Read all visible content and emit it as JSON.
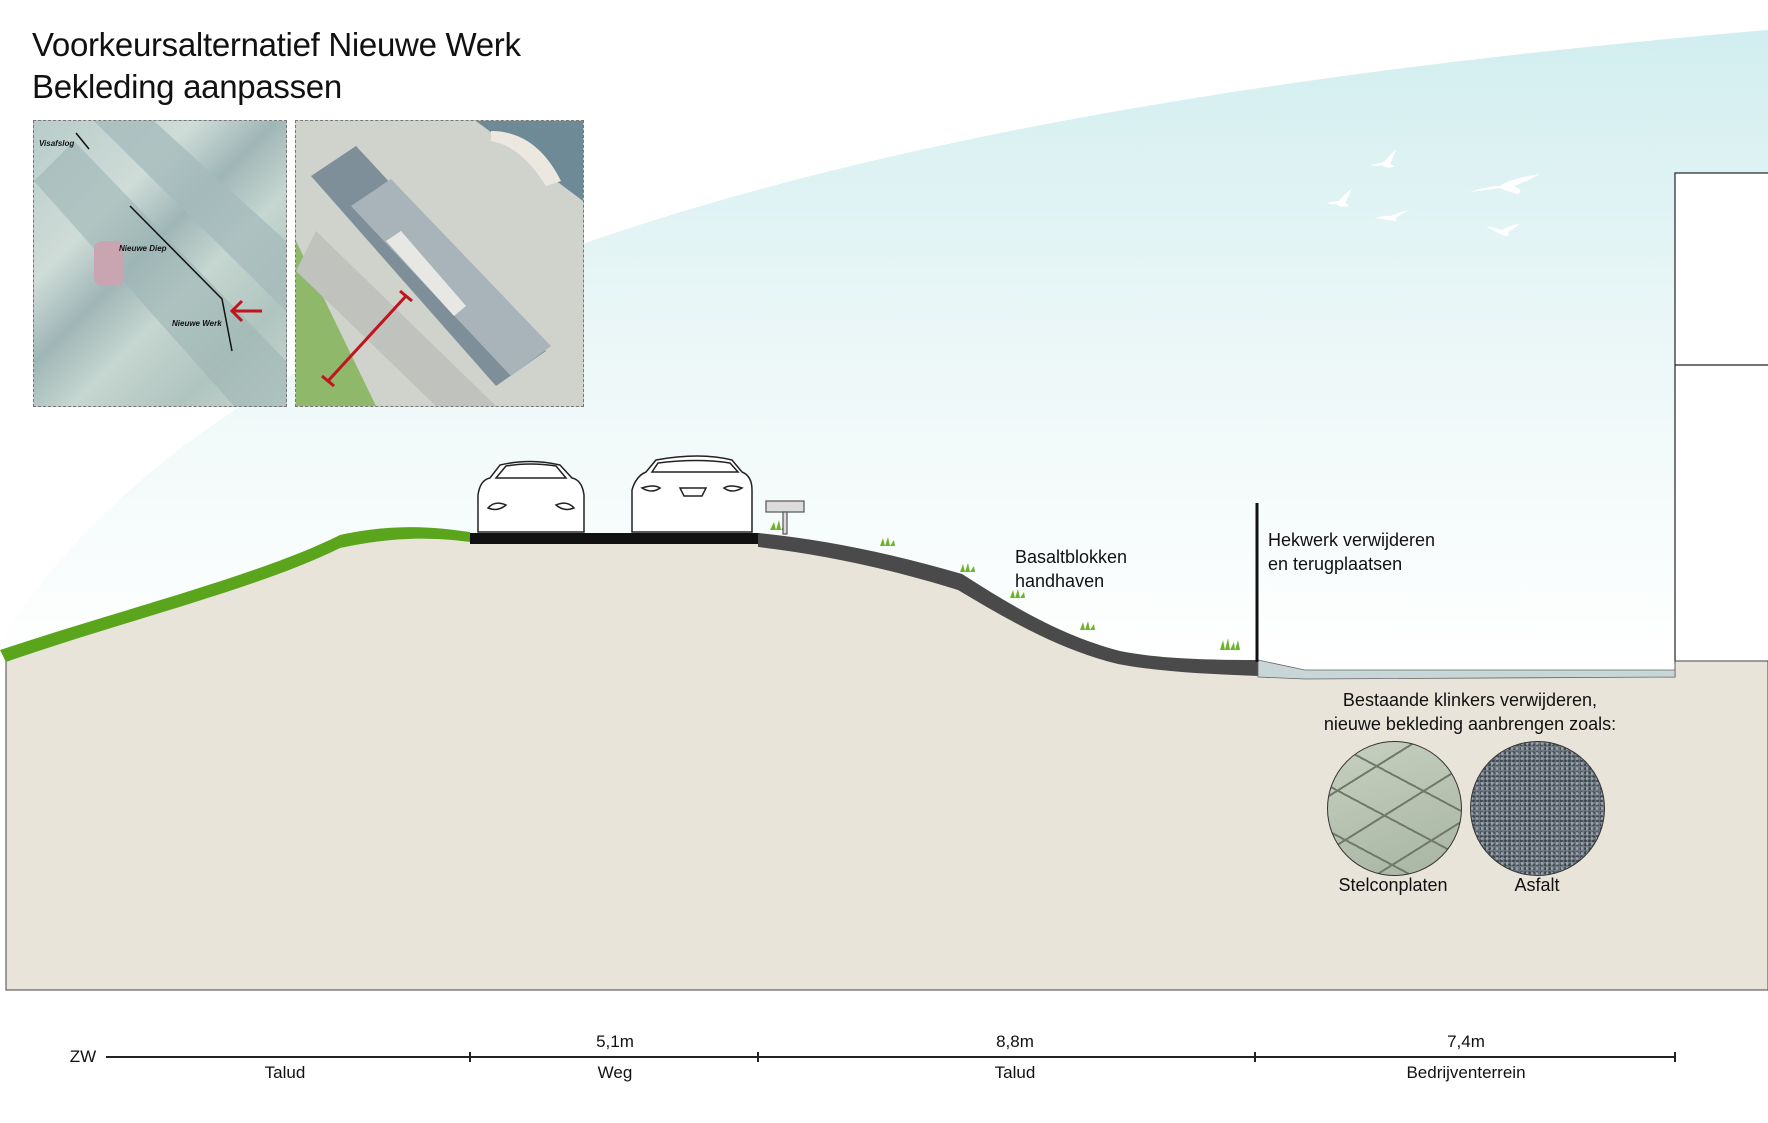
{
  "title": {
    "line1": "Voorkeursalternatief Nieuwe Werk",
    "line2": "Bekleding aanpassen"
  },
  "maps": {
    "overview": {
      "labels": [
        "Visafslog",
        "Nieuwe Diep",
        "Nieuwe Werk"
      ],
      "marker": "red-arrow"
    },
    "detail": {
      "marker": "red-section-line"
    }
  },
  "annotations": {
    "basalt": {
      "line1": "Basaltblokken",
      "line2": "handhaven"
    },
    "fence": {
      "line1": "Hekwerk verwijderen",
      "line2": "en terugplaatsen"
    },
    "paving": {
      "line1": "Bestaande klinkers verwijderen,",
      "line2": "nieuwe bekleding aanbrengen zoals:"
    }
  },
  "samples": [
    {
      "label": "Stelconplaten"
    },
    {
      "label": "Asfalt"
    }
  ],
  "scale_bar": {
    "start_label": "ZW",
    "segments": [
      {
        "name": "Talud",
        "width": ""
      },
      {
        "name": "Weg",
        "width": "5,1m"
      },
      {
        "name": "Talud",
        "width": "8,8m"
      },
      {
        "name": "Bedrijventerrein",
        "width": "7,4m"
      }
    ]
  },
  "colors": {
    "sky": "#d4eef0",
    "ground": "#e8e4da",
    "grass": "#5aa51c",
    "road": "#111111",
    "basalt": "#4a4a4a",
    "paving": "#c9d6d8",
    "marker_red": "#c0141e"
  }
}
